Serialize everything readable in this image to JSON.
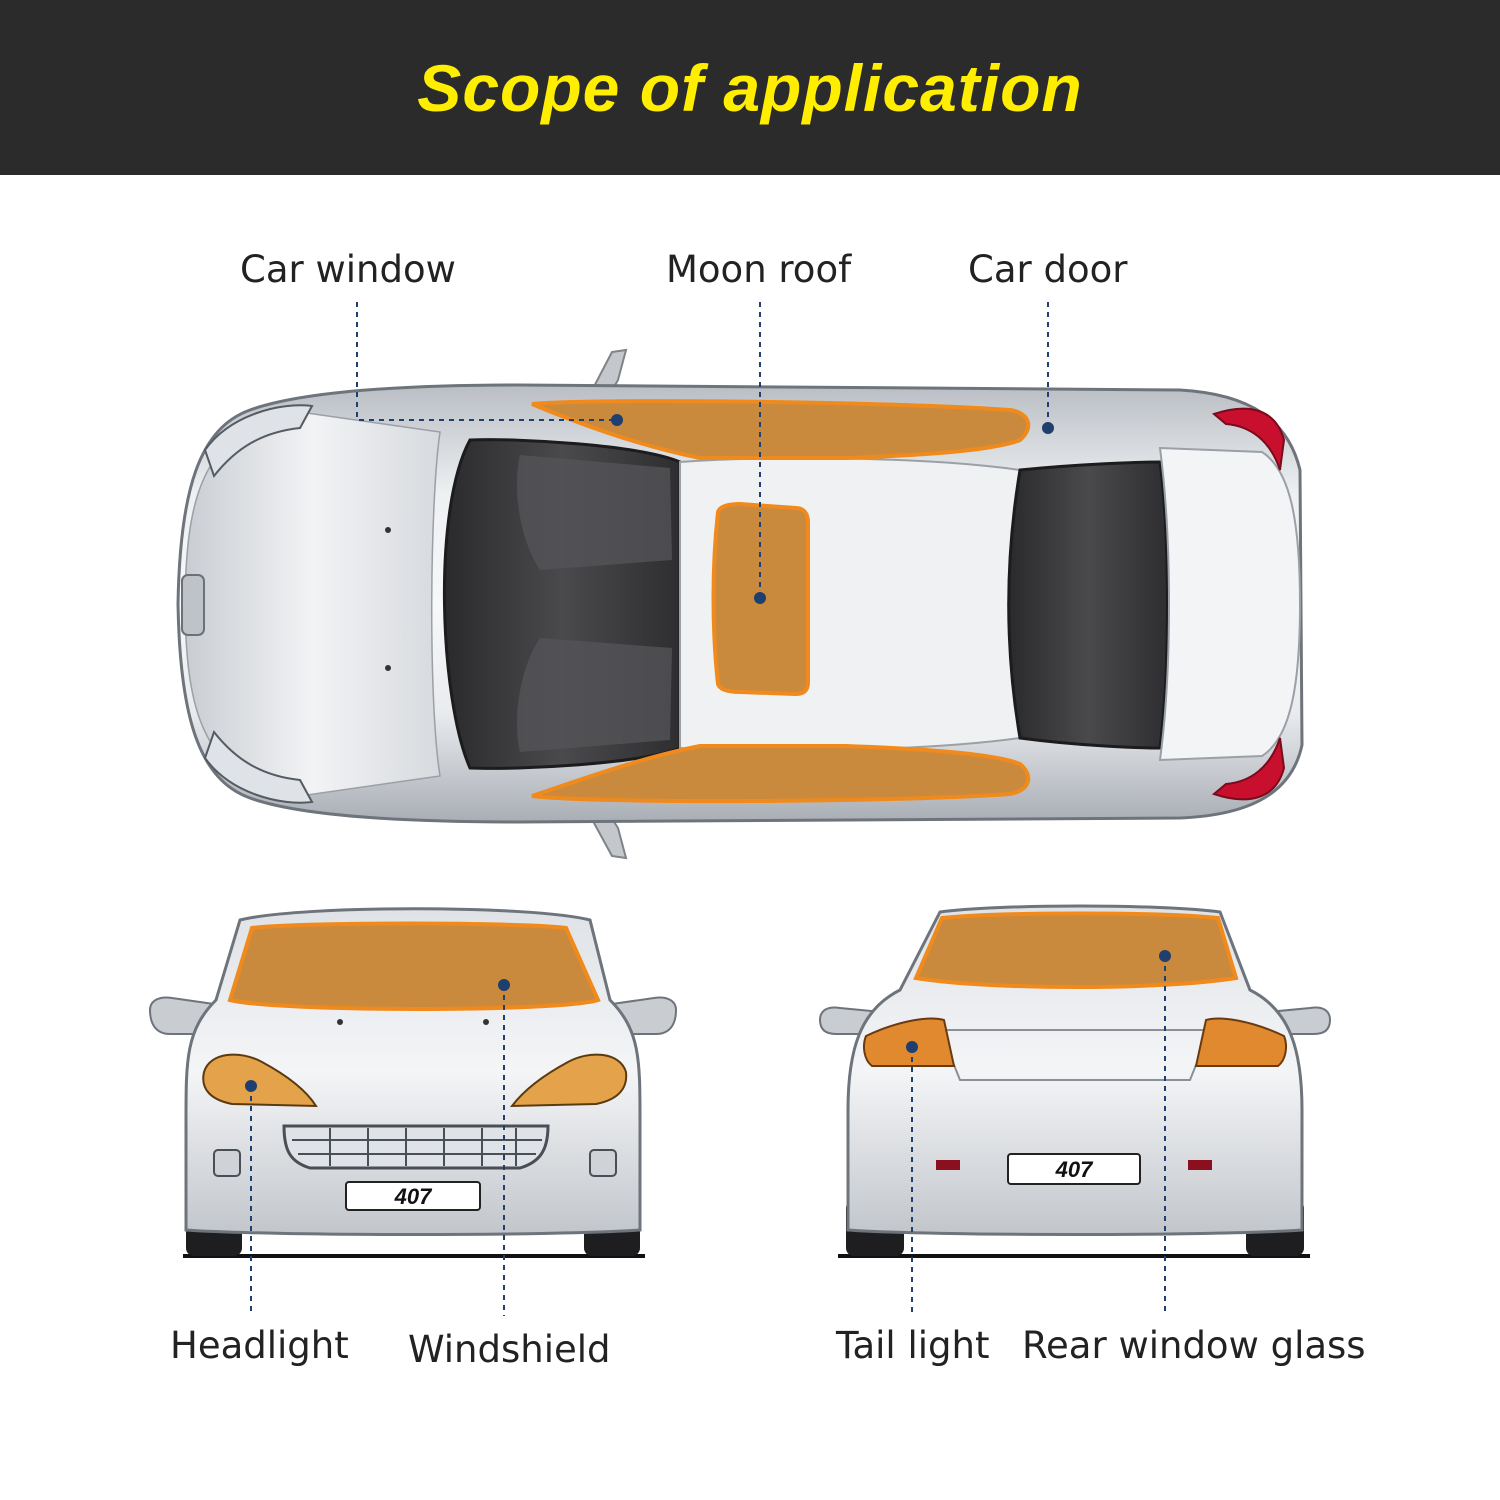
{
  "header": {
    "title": "Scope of application"
  },
  "labels": {
    "car_window": "Car window",
    "moon_roof": "Moon roof",
    "car_door": "Car door",
    "headlight": "Headlight",
    "windshield": "Windshield",
    "tail_light": "Tail light",
    "rear_window_glass": "Rear window glass"
  },
  "plates": {
    "front": "407",
    "rear": "407"
  },
  "colors": {
    "header_bg": "#2b2b2b",
    "title": "#ffee00",
    "film": "#c98a3e",
    "film_outline": "#f08a1c",
    "leader": "#1f3f6e",
    "car_body": "#d9dce0"
  }
}
